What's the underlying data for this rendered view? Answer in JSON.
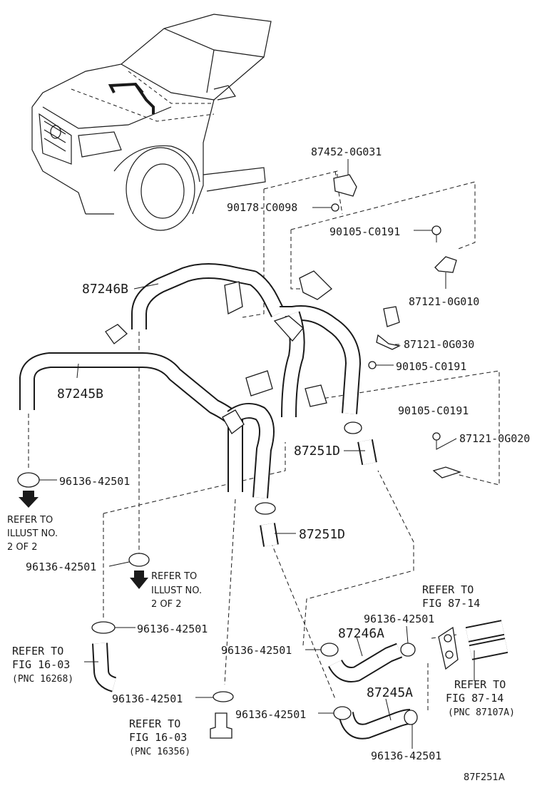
{
  "labels": {
    "p87452": "87452-0G031",
    "p90178": "90178-C0098",
    "p90105_a": "90105-C0191",
    "p87121_0G010": "87121-0G010",
    "p87246B": "87246B",
    "p87121_0G030": "87121-0G030",
    "p90105_b": "90105-C0191",
    "p87245B": "87245B",
    "p90105_c": "90105-C0191",
    "p87121_0G020": "87121-0G020",
    "p87251D_a": "87251D",
    "p96136_a": "96136-42501",
    "p87251D_b": "87251D",
    "p96136_b": "96136-42501",
    "p96136_c": "96136-42501",
    "p96136_d": "96136-42501",
    "p96136_e": "96136-42501",
    "p87246A": "87246A",
    "p96136_f": "96136-42501",
    "p96136_g": "96136-42501",
    "p87245A": "87245A",
    "p96136_h": "96136-42501",
    "diagram_code": "87F251A"
  },
  "refs": {
    "illust_left": [
      "REFER TO",
      "ILLUST NO.",
      "2 OF 2"
    ],
    "illust_mid": [
      "REFER TO",
      "ILLUST NO.",
      "2 OF 2"
    ],
    "fig1603_a": [
      "REFER TO",
      "FIG 16-03",
      "(PNC 16268)"
    ],
    "fig1603_b": [
      "REFER TO",
      "FIG 16-03",
      "(PNC 16356)"
    ],
    "fig8714_a": [
      "REFER TO",
      "FIG 87-14"
    ],
    "fig8714_b": [
      "REFER TO",
      "FIG 87-14",
      "(PNC 87107A)"
    ]
  }
}
